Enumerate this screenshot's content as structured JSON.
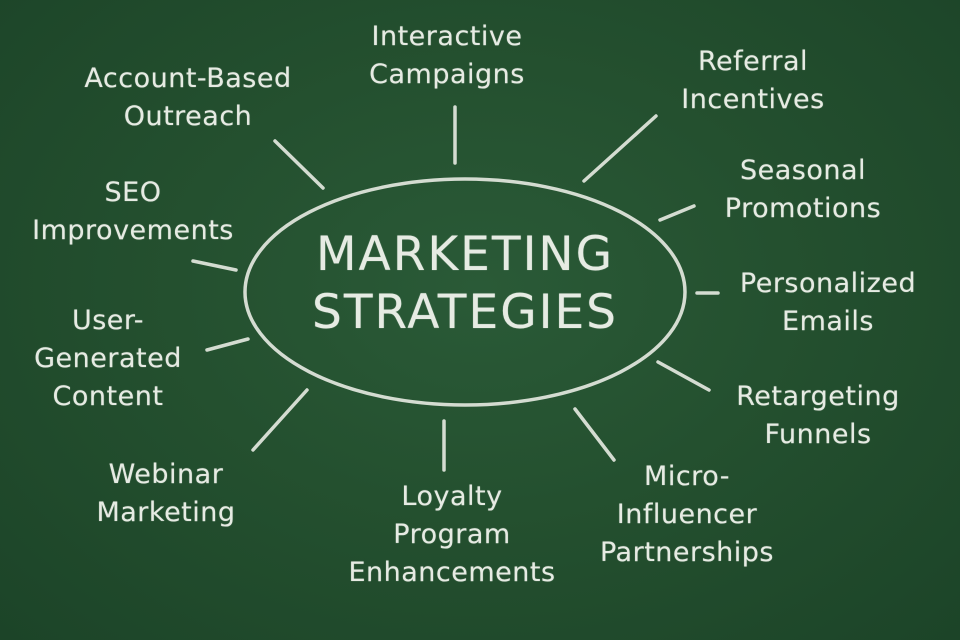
{
  "colors": {
    "board": "#24502f",
    "chalk": "#e6ebe3"
  },
  "center": {
    "line1": "MARKETING",
    "line2": "STRATEGIES"
  },
  "nodes": {
    "interactive_campaigns": [
      "Interactive",
      "Campaigns"
    ],
    "account_based_outreach": [
      "Account-Based",
      "Outreach"
    ],
    "referral_incentives": [
      "Referral",
      "Incentives"
    ],
    "seo_improvements": [
      "SEO",
      "Improvements"
    ],
    "seasonal_promotions": [
      "Seasonal",
      "Promotions"
    ],
    "personalized_emails": [
      "Personalized",
      "Emails"
    ],
    "user_generated_content": [
      "User-",
      "Generated",
      "Content"
    ],
    "retargeting_funnels": [
      "Retargeting",
      "Funnels"
    ],
    "webinar_marketing": [
      "Webinar",
      "Marketing"
    ],
    "loyalty_program_enhancements": [
      "Loyalty",
      "Program",
      "Enhancements"
    ],
    "micro_influencer_partnerships": [
      "Micro-",
      "Influencer",
      "Partnerships"
    ]
  }
}
